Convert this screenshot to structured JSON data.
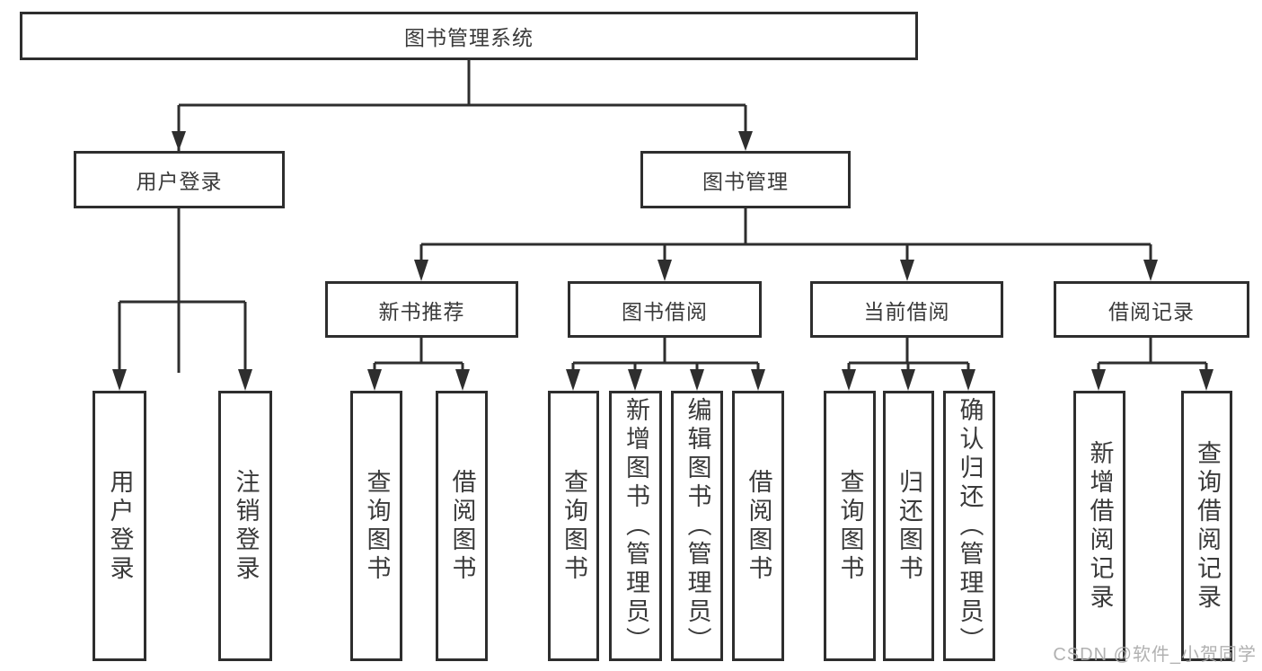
{
  "tree": {
    "root": "图书管理系统",
    "user_login": {
      "label": "用户登录",
      "children": {
        "login": "用户登录",
        "logout": "注销登录"
      }
    },
    "book_management": {
      "label": "图书管理",
      "modules": {
        "new_book_recommend": {
          "label": "新书推荐",
          "children": {
            "query": "查询图书",
            "borrow": "借阅图书"
          }
        },
        "book_borrow": {
          "label": "图书借阅",
          "children": {
            "query": "查询图书",
            "add": "新增图书（管理员）",
            "edit": "编辑图书（管理员）",
            "borrow": "借阅图书"
          }
        },
        "current_borrow": {
          "label": "当前借阅",
          "children": {
            "query": "查询图书",
            "return": "归还图书",
            "confirm": "确认归还（管理员）"
          }
        },
        "borrow_records": {
          "label": "借阅记录",
          "children": {
            "add": "新增借阅记录",
            "query": "查询借阅记录"
          }
        }
      }
    }
  },
  "colors": {
    "line": "#2e2e2e",
    "text": "#3a3a3a",
    "watermark": "#a9a9a9"
  },
  "watermark": {
    "text": "CSDN @软件_小贺同学"
  }
}
